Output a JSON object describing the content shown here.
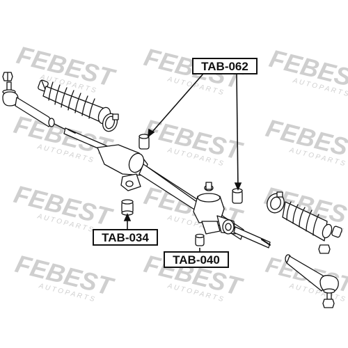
{
  "watermark": {
    "brand": "FEBEST",
    "tagline": "A U T O   P A R T S"
  },
  "callouts": [
    {
      "id": "tab-062",
      "label": "TAB-062"
    },
    {
      "id": "tab-034",
      "label": "TAB-034"
    },
    {
      "id": "tab-040",
      "label": "TAB-040"
    }
  ],
  "colors": {
    "ink": "#111111",
    "watermark": "#cfcfcf",
    "part_fill": "#ffffff",
    "highlight_fill": "#eeeeee"
  }
}
